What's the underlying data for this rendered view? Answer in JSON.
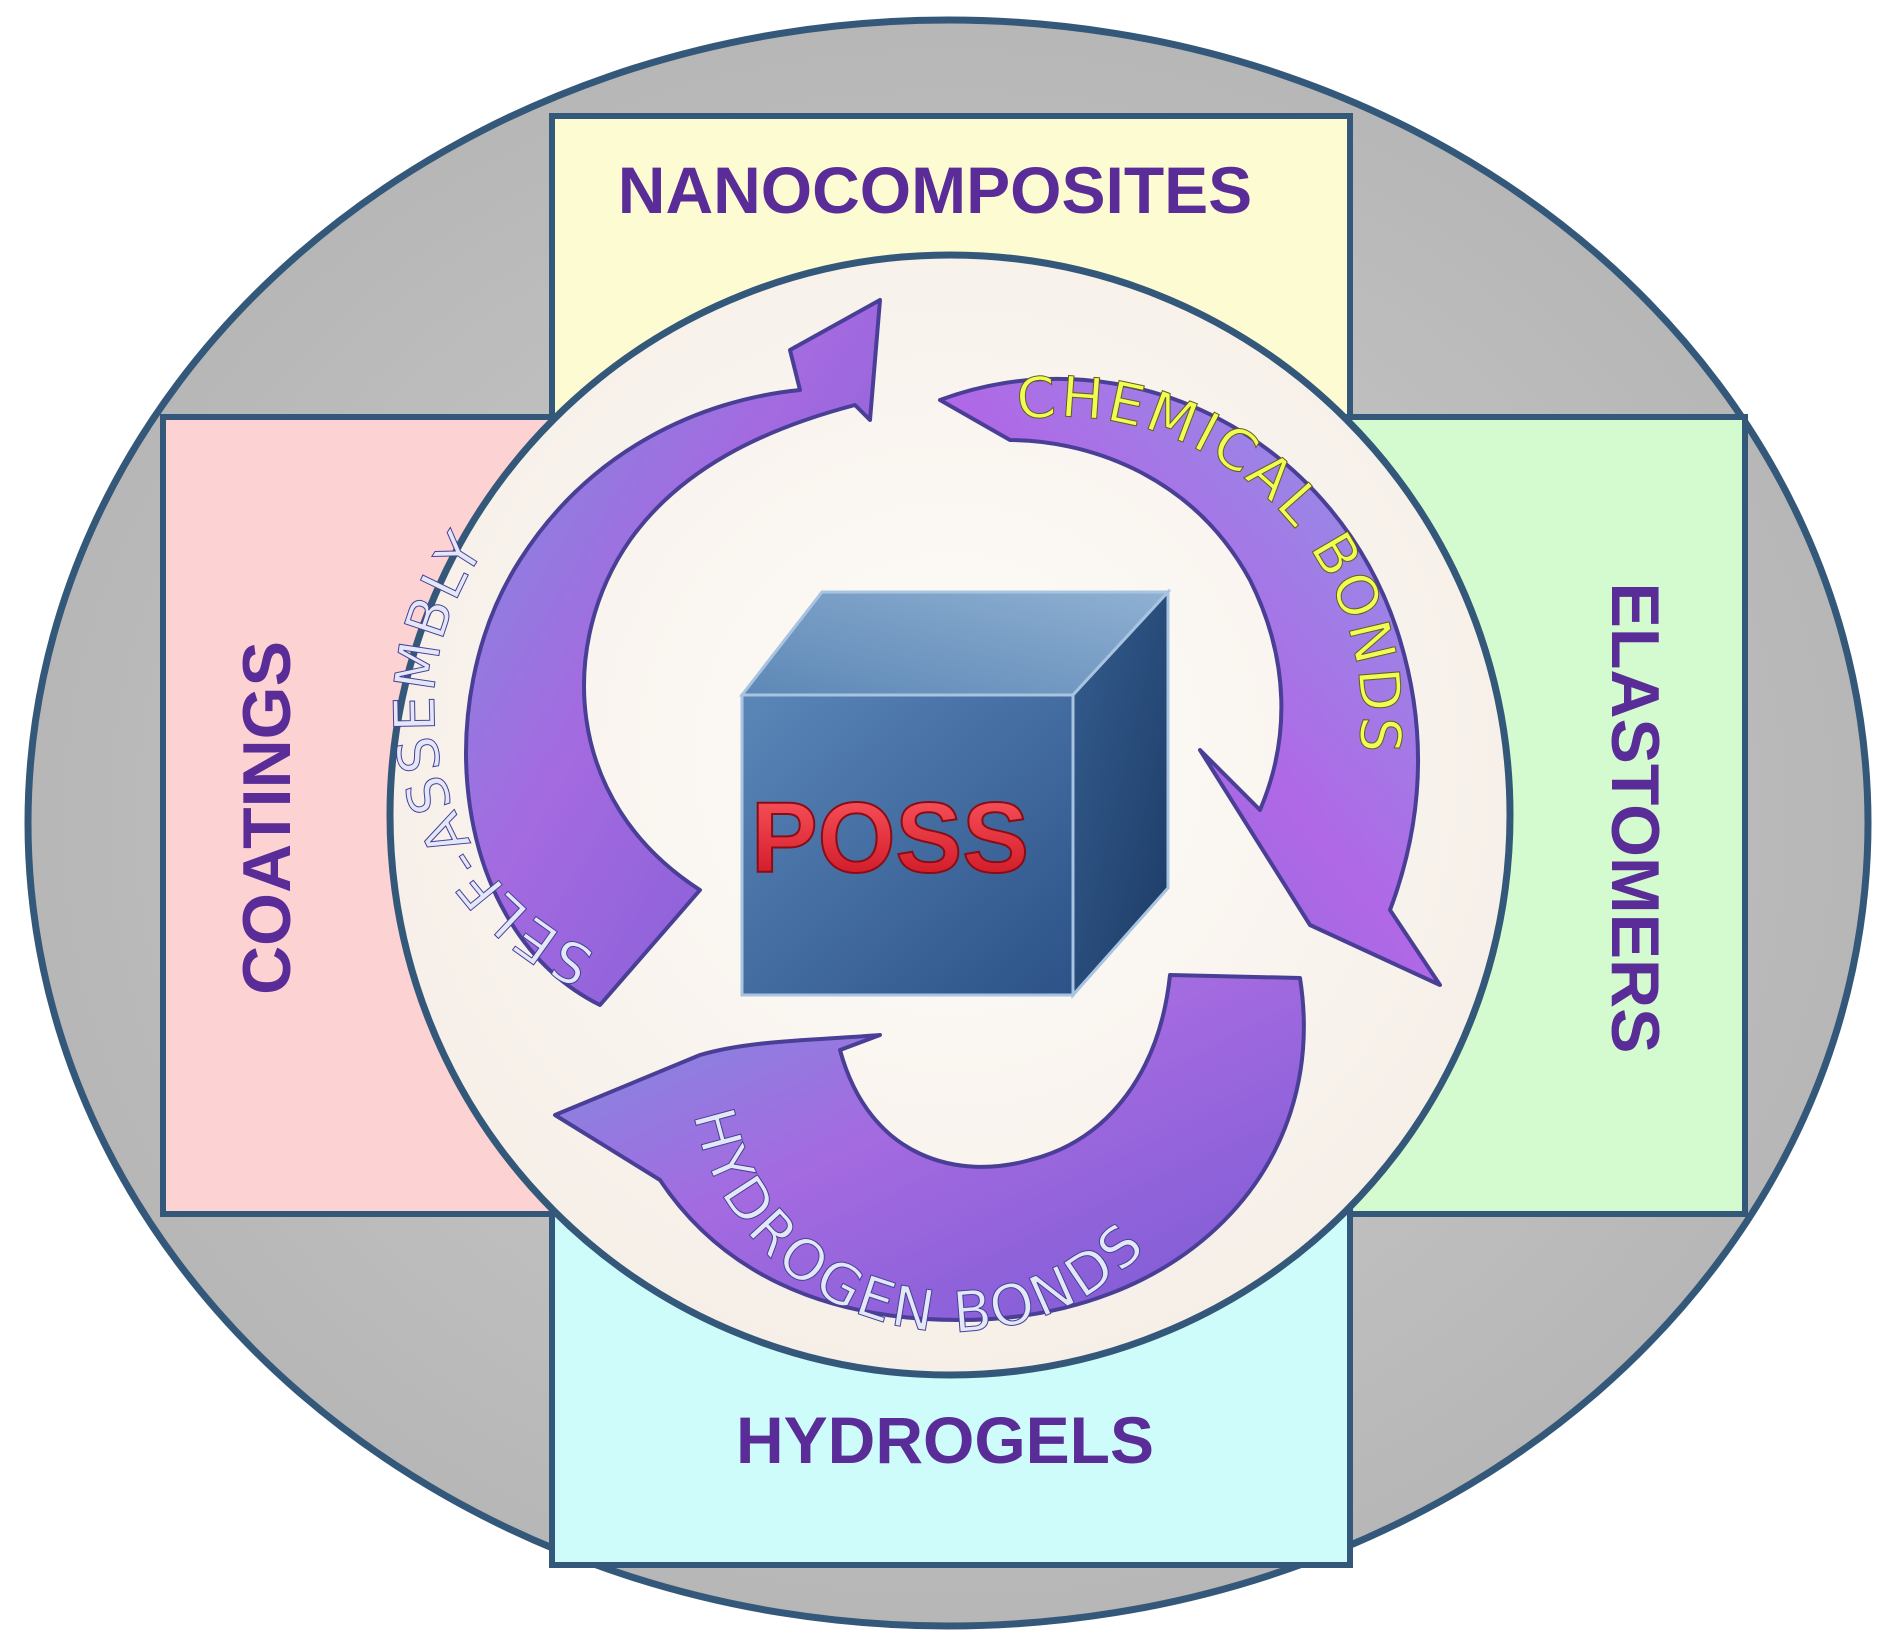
{
  "diagram": {
    "core_label": "POSS",
    "applications": {
      "top": "NANOCOMPOSITES",
      "left": "COATINGS",
      "right": "ELASTOMERS",
      "bottom": "HYDROGELS"
    },
    "mechanisms": {
      "self_assembly": "SELF-ASSEMBLY",
      "chemical_bonds": "CHEMICAL BONDS",
      "hydrogen_bonds": "HYDROGEN BONDS"
    },
    "colors": {
      "outer_ring": "#c0c0c0",
      "border": "#34587a",
      "top_panel": "#fdfbd2",
      "left_panel": "#fcd2d2",
      "right_panel": "#d4fbd0",
      "bottom_panel": "#cefcfb",
      "inner_circle": "#fbf7f2",
      "arrow_fill": "#9a6cd8",
      "arrow_stroke": "#4a3f96",
      "application_text": "#5a2c97",
      "chemical_bonds_text": "#ecff52",
      "mechanism_text": "#e2e8f8",
      "core_text": "#e42a38",
      "cube_face": "#3d6696"
    }
  }
}
